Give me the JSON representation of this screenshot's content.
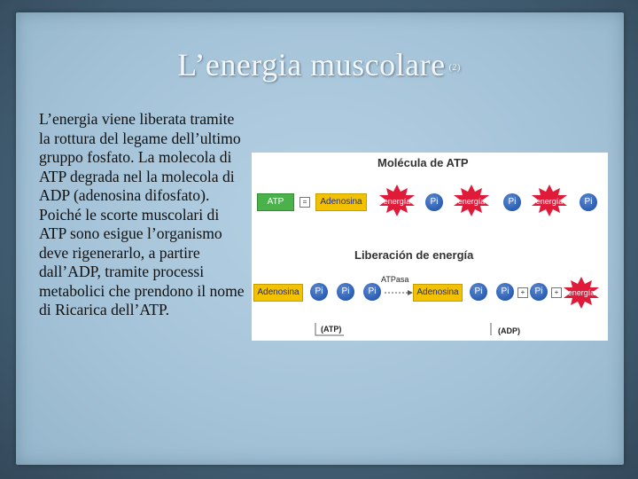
{
  "slide": {
    "title": "L’energia muscolare",
    "title_mark": "(2)",
    "paragraphs": [
      "L’energia viene liberata tramite la rottura del legame dell’ultimo gruppo fosfato. La molecola di ATP degrada nel la molecola di ADP (adenosina difosfato).",
      "Poiché le scorte muscolari di ATP  sono esigue l’organismo deve rigenerarlo, a partire dall’ADP, tramite processi metabolici che prendono il nome di Ricarica dell’ATP."
    ]
  },
  "figure": {
    "title1": "Molécula de ATP",
    "title2": "Liberación de energía",
    "atp": "ATP",
    "equals": "=",
    "adenosina": "Adenosina",
    "energia": "energía",
    "pi": "Pi",
    "atpasa": "ATPasa",
    "plus": "+",
    "label_atp": "(ATP)",
    "label_adp": "(ADP)"
  },
  "colors": {
    "frame": "#4d6a80",
    "paper": "#a6c4d9",
    "adenosina_box": "#f2c200",
    "atp_box": "#4bb24b",
    "energy_burst": "#e01b3a",
    "phosphate": "#2a5db0"
  }
}
